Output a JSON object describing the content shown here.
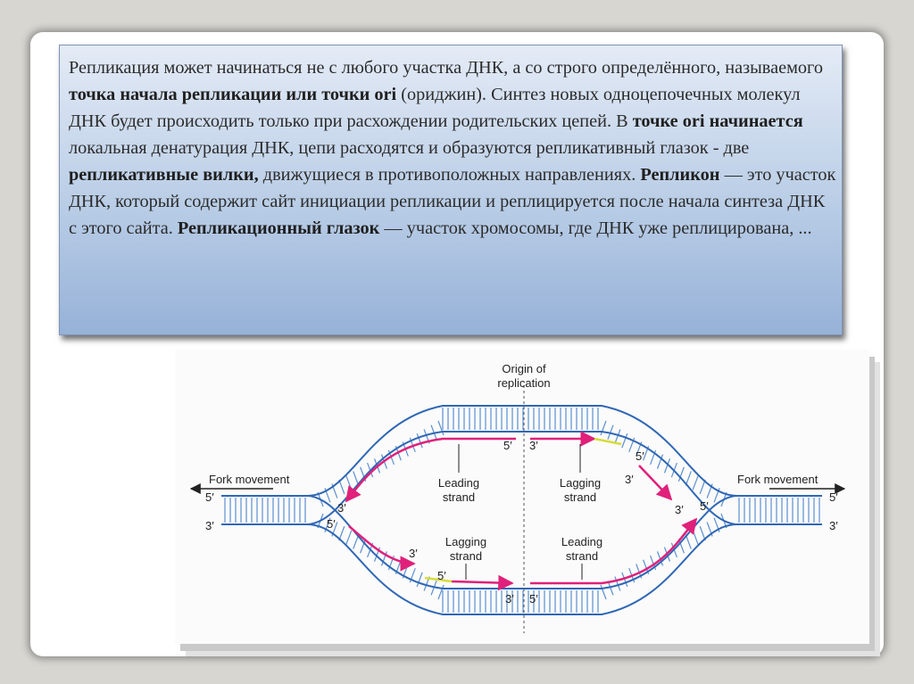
{
  "slide": {
    "paragraph": [
      {
        "t": "Репликация может начинаться не с любого участка ДНК, а со строго определённого, называемого  ",
        "b": false
      },
      {
        "t": "точка начала репликации или точки ori",
        "b": true
      },
      {
        "t": " (ориджин). Синтез новых одноцепочечных молекул ДНК будет происходить только при расхождении родительских цепей. В   ",
        "b": false
      },
      {
        "t": "точке ori начинается",
        "b": true
      },
      {
        "t": " локальная денатурация ДНК, цепи расходятся и образуются репликативный глазок  -   две ",
        "b": false
      },
      {
        "t": "репликативные вилки,",
        "b": true
      },
      {
        "t": " движущиеся в противоположных направлениях. ",
        "b": false
      },
      {
        "t": "Репликон",
        "b": true
      },
      {
        "t": " — это участок ДНК, который содержит сайт инициации репликации и реплицируется после начала синтеза ДНК с этого сайта. ",
        "b": false
      },
      {
        "t": "Репликационный глазок",
        "b": true
      },
      {
        "t": "  —  участок хромосомы, где ДНК уже реплицирована, ...",
        "b": false
      }
    ]
  },
  "diagram": {
    "origin_label_1": "Origin of",
    "origin_label_2": "replication",
    "fork_left": "Fork movement",
    "fork_right": "Fork movement",
    "leading_upper_1": "Leading",
    "leading_upper_2": "strand",
    "lagging_upper_1": "Lagging",
    "lagging_upper_2": "strand",
    "lagging_lower_1": "Lagging",
    "lagging_lower_2": "strand",
    "leading_lower_1": "Leading",
    "leading_lower_2": "strand",
    "prime5": "5′",
    "prime3": "3′",
    "colors": {
      "parent_strand": "#2f67b5",
      "rung": "#5b8fd0",
      "new_strand": "#e0207a",
      "primer": "#d6dc3a",
      "arrow": "#e0207a"
    }
  }
}
